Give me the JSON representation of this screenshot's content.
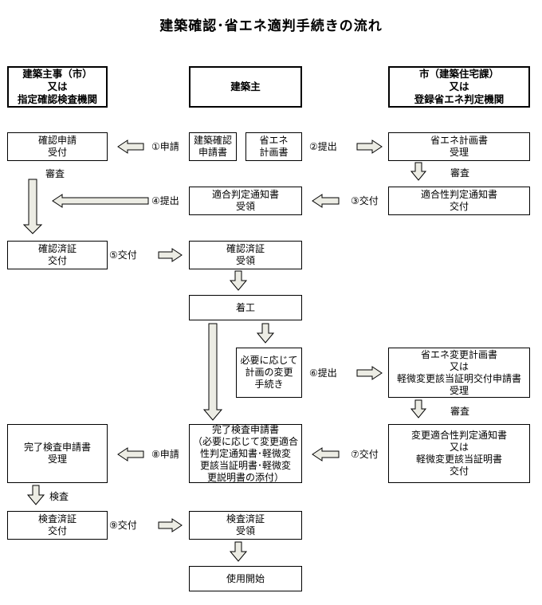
{
  "title": "建築確認･省エネ適判手続きの流れ",
  "headers": {
    "left": [
      "建築主事（市）",
      "又は",
      "指定確認検査機関"
    ],
    "center": [
      "建築主"
    ],
    "right": [
      "市（建築住宅課）",
      "又は",
      "登録省エネ判定機関"
    ]
  },
  "boxes": {
    "kakunin_shinsei": [
      "確認申請",
      "受付"
    ],
    "kenchiku_shinsei_sho": [
      "建築確認",
      "申請書"
    ],
    "shoene_keikaku_sho": [
      "省エネ",
      "計画書"
    ],
    "shoene_juri": [
      "省エネ計画書",
      "受理"
    ],
    "tekigo_juryo": [
      "適合判定通知書",
      "受領"
    ],
    "tekigo_kofu": [
      "適合性判定通知書",
      "交付"
    ],
    "kakunin_sumi_kofu": [
      "確認済証",
      "交付"
    ],
    "kakunin_sumi_juryo": [
      "確認済証",
      "受領"
    ],
    "chakko": [
      "着工"
    ],
    "keikaku_henko": [
      "必要に応じて",
      "計画の変更",
      "手続き"
    ],
    "henko_keikaku": [
      "省エネ変更計画書",
      "又は",
      "軽微変更該当証明交付申請書",
      "受理"
    ],
    "kanryo_shinsei": [
      "完了検査申請書",
      "（必要に応じて変更適合",
      "性判定通知書･軽微変",
      "更該当証明書･軽微変",
      "更説明書の添付）"
    ],
    "kanryo_juri": [
      "完了検査申請書",
      "受理"
    ],
    "henko_kofu": [
      "変更適合性判定通知書",
      "又は",
      "軽微変更該当証明書",
      "交付"
    ],
    "kensa_sumi_kofu": [
      "検査済証",
      "交付"
    ],
    "kensa_sumi_juryo": [
      "検査済証",
      "受領"
    ],
    "shiyo_kaishi": [
      "使用開始"
    ]
  },
  "labels": {
    "step1": "①申請",
    "step2": "②提出",
    "step3": "③交付",
    "step4": "④提出",
    "step5": "⑤交付",
    "step6": "⑥提出",
    "step7": "⑦交付",
    "step8": "⑧申請",
    "step9": "⑨交付",
    "shinsa_right": "審査",
    "shinsa_left": "審査",
    "shinsa_right2": "審査",
    "kensa": "検査"
  }
}
